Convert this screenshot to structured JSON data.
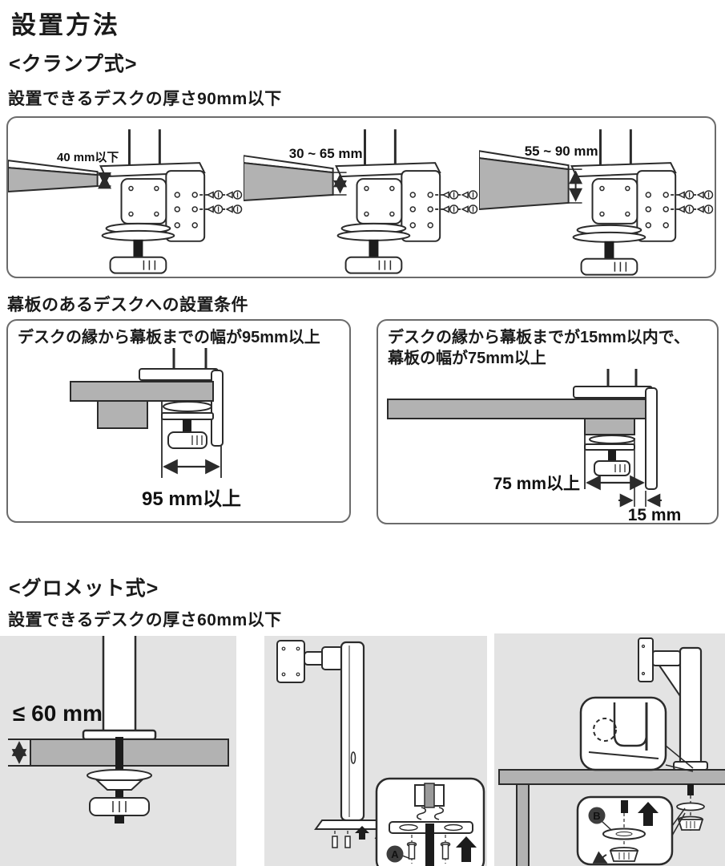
{
  "page": {
    "title": "設置方法",
    "colors": {
      "line": "#2b2b2b",
      "desk_fill": "#b2b2b2",
      "panel_background": "#e3e3e3",
      "box_border": "#6b6b6b",
      "badge_background": "#3d3d3d"
    }
  },
  "clamp_section": {
    "heading": "<クランプ式>",
    "subheading": "設置できるデスクの厚さ90mm以下",
    "diagrams": [
      {
        "thickness_label": "40 mm以下"
      },
      {
        "thickness_label": "30 ~ 65 mm"
      },
      {
        "thickness_label": "55 ~ 90 mm"
      }
    ]
  },
  "modesty_panel_section": {
    "heading": "幕板のあるデスクへの設置条件",
    "left_box": {
      "condition": "デスクの縁から幕板までの幅が95mm以上",
      "width_label": "95 mm以上"
    },
    "right_box": {
      "condition_line1": "デスクの縁から幕板までが15mm以内で、",
      "condition_line2": "幕板の幅が75mm以上",
      "width_label": "75 mm以上",
      "gap_label": "15 mm"
    }
  },
  "grommet_section": {
    "heading": "<グロメット式>",
    "subheading": "設置できるデスクの厚さ60mm以下",
    "thickness_label": "≤ 60 mm",
    "callout_a": "A",
    "callout_b": "B"
  }
}
